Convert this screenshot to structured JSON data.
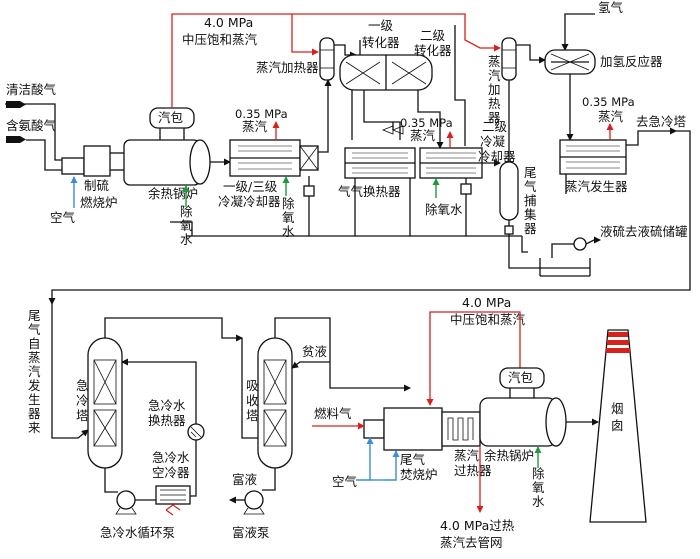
{
  "labels": {
    "clean_acid_gas": "清洁酸气",
    "ammonia_acid_gas": "含氨酸气",
    "air_top": "空气",
    "sulfur_furnace": [
      "制硫",
      "燃烧炉"
    ],
    "drum_top": "汽包",
    "waste_heat_boiler_top": "余热锅炉",
    "mp_steam_pressure": "4.0 MPa",
    "mp_steam": "中压饱和蒸汽",
    "lp_035_a": "0.35 MPa",
    "steam_a": "蒸汽",
    "condenser_13": [
      "一级/三级",
      "冷凝冷却器"
    ],
    "deaerated_water_a": [
      "除",
      "氧",
      "水"
    ],
    "deaerated_water_b": [
      "除",
      "氧",
      "水"
    ],
    "steam_heater_1": "蒸汽加热器",
    "converter_1": [
      "一级",
      "转化器"
    ],
    "converter_2": [
      "二级",
      "转化器"
    ],
    "lp_035_b": "0.35 MPa",
    "steam_b": "蒸汽",
    "gas_gas_exchanger": "气气换热器",
    "deaerated_water_c": "除氧水",
    "condenser_2": [
      "二级",
      "冷凝",
      "冷却器"
    ],
    "tail_gas_catcher": [
      "尾",
      "气",
      "捕",
      "集",
      "器"
    ],
    "steam_heater_2": [
      "蒸",
      "汽",
      "加",
      "热",
      "器"
    ],
    "hydrogen": "氢气",
    "hydrogenation_reactor": "加氢反应器",
    "lp_035_c": "0.35 MPa",
    "steam_c": "蒸汽",
    "steam_generator": "蒸汽发生器",
    "to_quench_tower": "去急冷塔",
    "liquid_sulfur": "液硫去液硫储罐",
    "tail_gas_from_sg": [
      "尾",
      "气",
      "自",
      "蒸",
      "汽",
      "发",
      "生",
      "器",
      "来"
    ],
    "quench_tower": [
      "急",
      "冷",
      "塔"
    ],
    "quench_exchanger": [
      "急冷水",
      "换热器"
    ],
    "quench_cooler": [
      "急冷水",
      "空冷器"
    ],
    "quench_pump": "急冷水循环泵",
    "absorber": [
      "吸",
      "收",
      "塔"
    ],
    "lean_solution": "贫液",
    "rich_solution": "富液",
    "rich_pump": "富液泵",
    "mp_steam_pressure_b": "4.0 MPa",
    "mp_steam_b": "中压饱和蒸汽",
    "fuel_gas": "燃料气",
    "air_bottom": "空气",
    "tail_gas_incinerator": [
      "尾气",
      "焚烧炉"
    ],
    "steam_superheater": [
      "蒸汽",
      "过热器"
    ],
    "drum_bottom": "汽包",
    "waste_heat_boiler_bottom": "余热锅炉",
    "deaerated_water_d": [
      "除",
      "氧",
      "水"
    ],
    "chimney": [
      "烟",
      "囱"
    ],
    "superheated_steam": [
      "4.0 MPa过热",
      "蒸汽去管网"
    ]
  },
  "colors": {
    "process_line": "#111111",
    "steam_line": "#d8201c",
    "air_line": "#3a8fd6",
    "water_line": "#1c9a3c",
    "chimney_band": "#d8201c"
  }
}
